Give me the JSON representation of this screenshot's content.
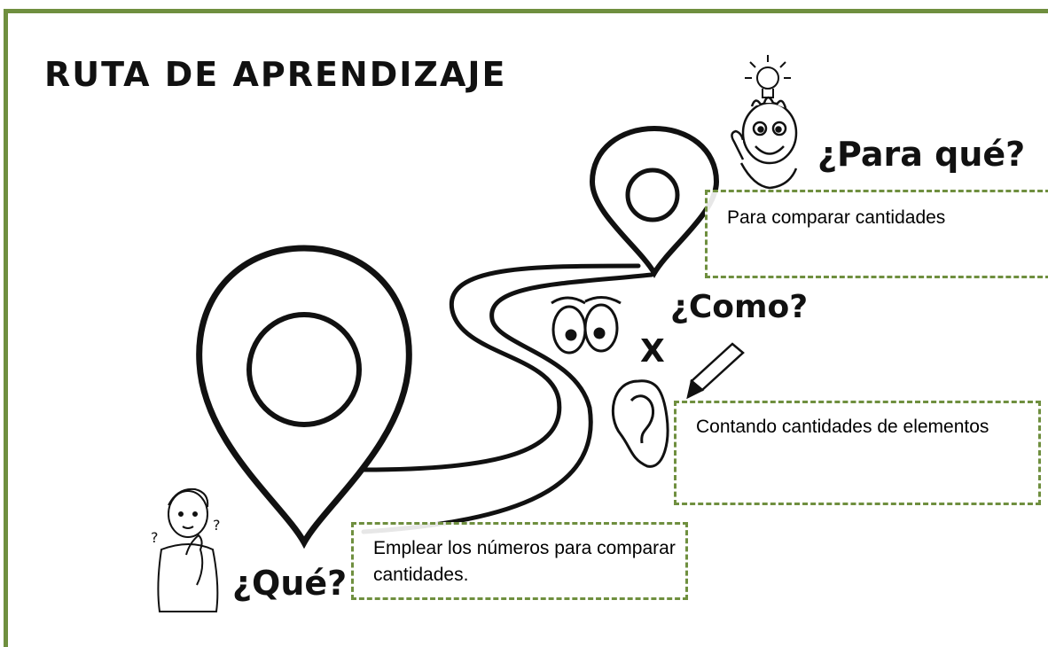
{
  "title": "RUTA DE APRENDIZAJE",
  "labels": {
    "para_que": "¿Para qué?",
    "como": "¿Como?",
    "que": "¿Qué?",
    "x": "X"
  },
  "boxes": {
    "para_que": "Para comparar cantidades",
    "como": "Contando cantidades de elementos",
    "que": "Emplear los números para comparar cantidades."
  },
  "colors": {
    "frame": "#6f8f3f",
    "ink": "#111111"
  },
  "icons": [
    "lightbulb-icon",
    "thinking-face-icon",
    "map-pin-icon",
    "eyes-icon",
    "ear-icon",
    "pencil-icon",
    "thinking-person-icon"
  ]
}
